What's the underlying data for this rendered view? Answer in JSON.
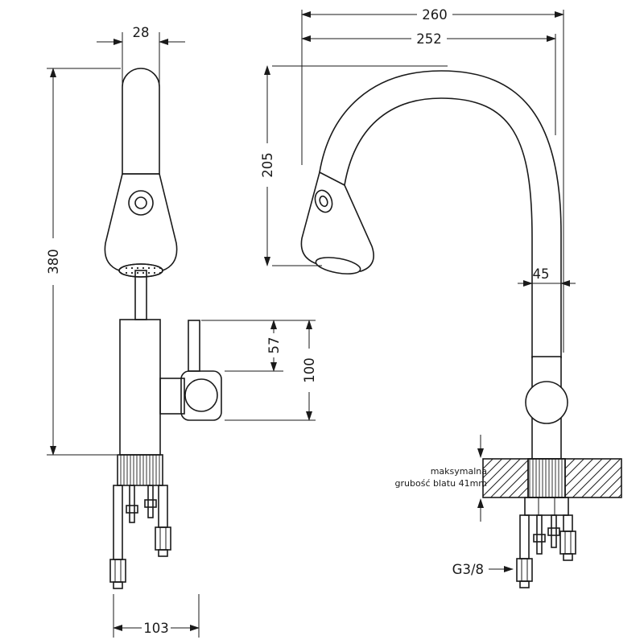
{
  "drawing_type": "faucet-technical-drawing",
  "colors": {
    "line": "#1a1a1a",
    "background": "#ffffff"
  },
  "front_view": {
    "dims": {
      "spout_diameter": "28",
      "total_height": "380",
      "lever_height": "57",
      "handle_height": "100",
      "base_width": "103"
    }
  },
  "side_view": {
    "dims": {
      "overall_depth": "260",
      "spout_reach": "252",
      "spout_height": "205",
      "body_width": "45"
    },
    "counter_note": {
      "line1": "maksymalna",
      "line2": "grubość blatu 41mm"
    },
    "thread_label": "G3/8"
  }
}
